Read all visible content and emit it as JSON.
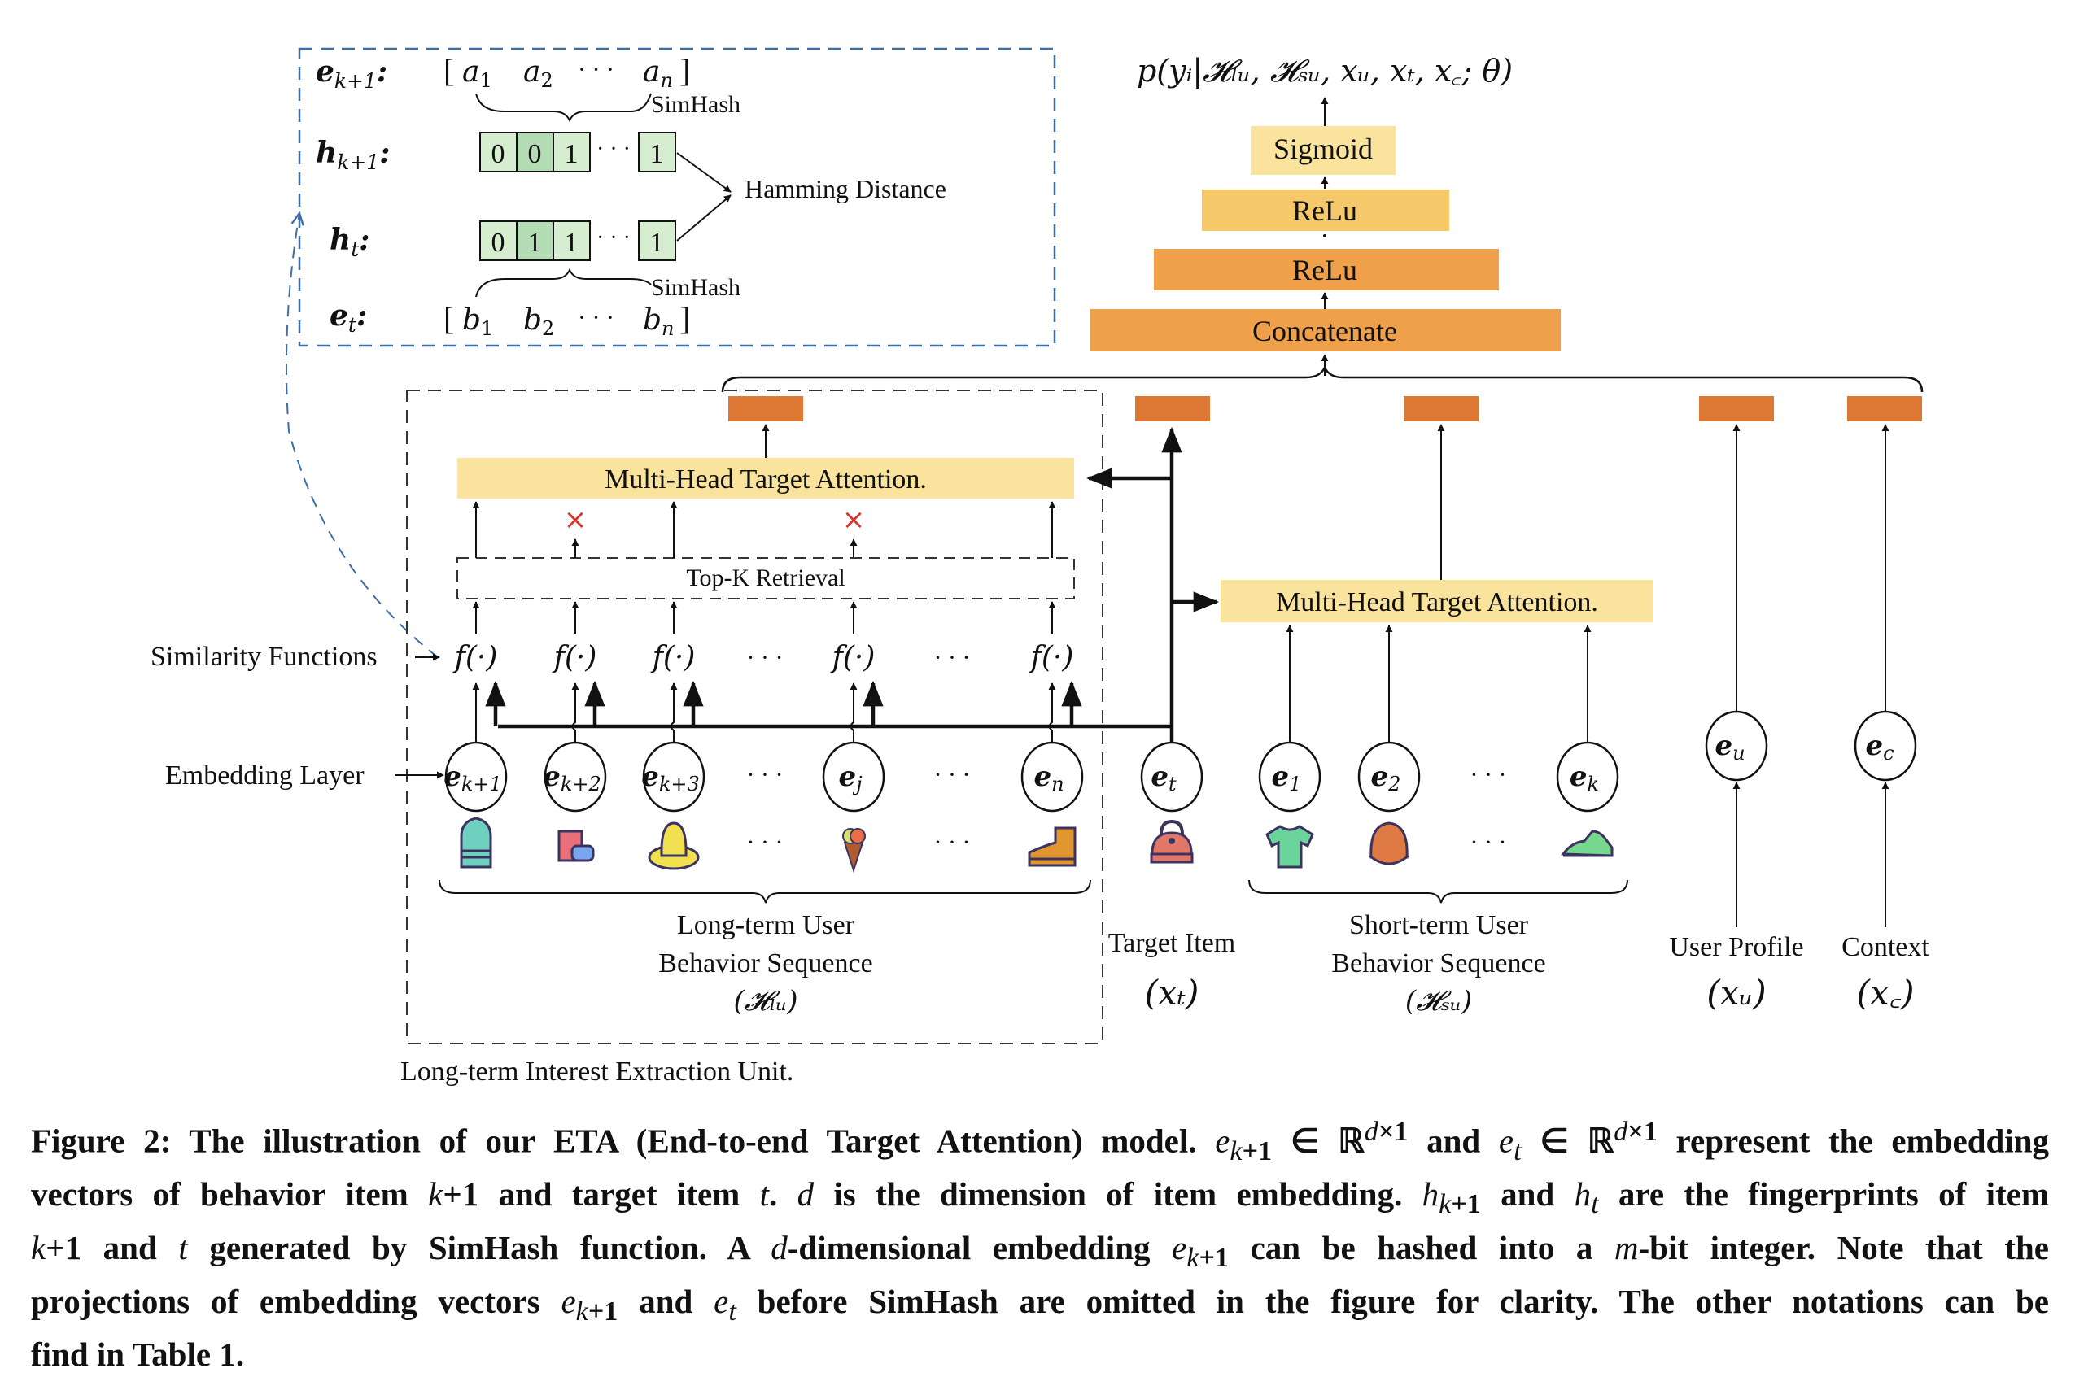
{
  "hash_panel": {
    "row_labels": {
      "e_k1": "e",
      "e_k1_sub": "k+1",
      "h_k1": "h",
      "h_k1_sub": "k+1",
      "h_t": "h",
      "h_t_sub": "t",
      "e_t": "e",
      "e_t_sub": "t"
    },
    "vector_a": [
      "a",
      "a",
      "a"
    ],
    "vector_a_subs": [
      "1",
      "2",
      "n"
    ],
    "vector_b": [
      "b",
      "b",
      "b"
    ],
    "vector_b_subs": [
      "1",
      "2",
      "n"
    ],
    "ellipsis": "· · ·",
    "simhash_label": "SimHash",
    "h_k1_bits": [
      "0",
      "0",
      "1",
      "1"
    ],
    "h_t_bits": [
      "0",
      "1",
      "1",
      "1"
    ],
    "hamming_label": "Hamming Distance",
    "colors": {
      "bit_light": "#d6edcf",
      "bit_dark": "#b4dcb4",
      "panel_border": "#3f6ea6"
    }
  },
  "output": {
    "formula": "p(yᵢ|𝓗ₗᵤ, 𝓗ₛᵤ, xᵤ, xₜ, x꜀; θ)",
    "layers": [
      {
        "label": "Sigmoid",
        "color": "#fae39d"
      },
      {
        "label": "ReLu",
        "color": "#f5c96a"
      },
      {
        "label": "ReLu",
        "color": "#efa04a"
      },
      {
        "label": "Concatenate",
        "color": "#efa04a"
      }
    ],
    "output_box_color": "#dc7834"
  },
  "long_term": {
    "attention_label": "Multi-Head Target Attention.",
    "topk_label": "Top-K Retrieval",
    "similarity_label": "Similarity Functions",
    "embedding_label": "Embedding Layer",
    "f_label": "f(·)",
    "ellipsis": "· · ·",
    "embeddings": [
      {
        "base": "e",
        "sub": "k+1",
        "icon": "backpack-icon",
        "selected": true
      },
      {
        "base": "e",
        "sub": "k+2",
        "icon": "cookware-icon",
        "selected": false
      },
      {
        "base": "e",
        "sub": "k+3",
        "icon": "hat-icon",
        "selected": true
      },
      {
        "base": "e",
        "sub": "j",
        "icon": "ice-cream-icon",
        "selected": false
      },
      {
        "base": "e",
        "sub": "n",
        "icon": "boot-icon",
        "selected": true
      }
    ],
    "rejected_mark": "×",
    "sequence_label_1": "Long-term User",
    "sequence_label_2": "Behavior Sequence",
    "sequence_symbol": "(𝓗ₗᵤ)",
    "unit_label": "Long-term Interest Extraction Unit.",
    "attention_color": "#fae39d",
    "rejected_color": "#e0302a"
  },
  "target": {
    "base": "e",
    "sub": "t",
    "icon": "handbag-icon",
    "label": "Target Item",
    "symbol": "(xₜ)"
  },
  "short_term": {
    "attention_label": "Multi-Head Target Attention.",
    "embeddings": [
      {
        "base": "e",
        "sub": "1",
        "icon": "tshirt-icon"
      },
      {
        "base": "e",
        "sub": "2",
        "icon": "cap-icon"
      },
      {
        "base": "e",
        "sub": "k",
        "icon": "sneaker-icon"
      }
    ],
    "ellipsis": "· · ·",
    "sequence_label_1": "Short-term User",
    "sequence_label_2": "Behavior Sequence",
    "sequence_symbol": "(𝓗ₛᵤ)"
  },
  "user_profile": {
    "base": "e",
    "sub": "u",
    "label": "User Profile",
    "symbol": "(xᵤ)"
  },
  "context": {
    "base": "e",
    "sub": "c",
    "label": "Context",
    "symbol": "(x꜀)"
  },
  "caption": {
    "lines": [
      "Figure 2: The illustration of our ETA (End-to-end Target Attention) model. e_{k+1} ∈ ℝ^{d×1} and e_t ∈ ℝ^{d×1} represent the embedding",
      "vectors of behavior item k+1 and target item t. d is the dimension of item embedding. h_{k+1} and h_t are the fingerprints of item",
      "k+1 and t generated by SimHash function. A d-dimensional embedding e_{k+1} can be hashed into a m-bit integer. Note that the",
      "projections of embedding vectors e_{k+1} and e_t before SimHash are omitted in the figure for clarity. The other notations can be",
      "find in Table 1."
    ]
  }
}
